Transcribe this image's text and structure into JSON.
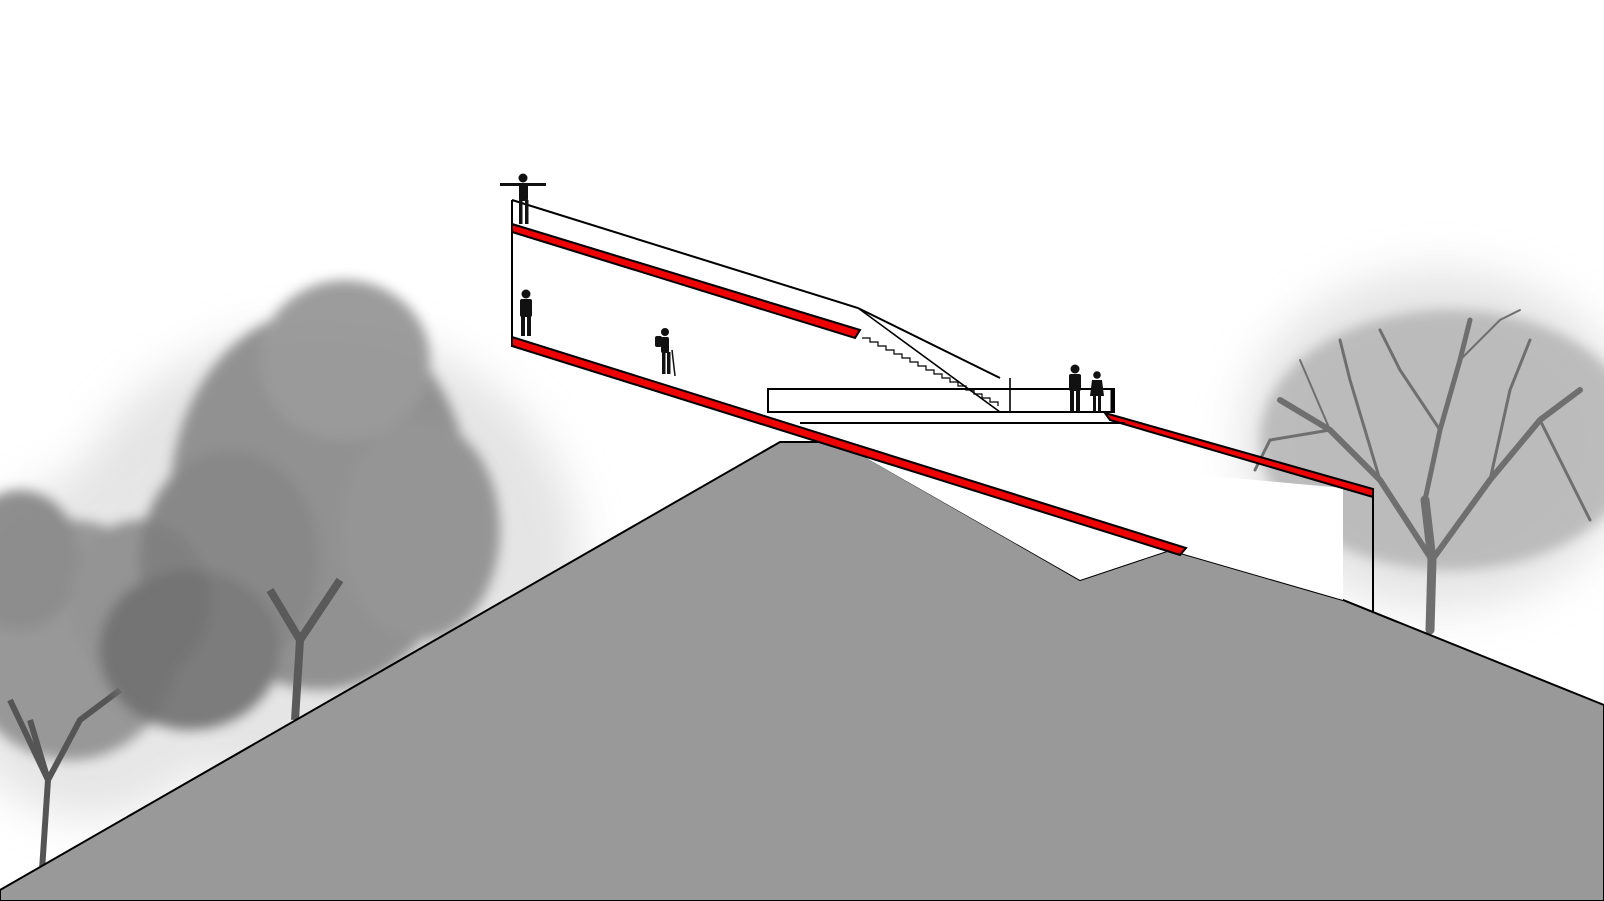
{
  "drawing": {
    "type": "architectural-section",
    "colors": {
      "background": "#ffffff",
      "ground": "#999999",
      "ground_stroke": "#000000",
      "structure_stroke": "#000000",
      "accent_floor": "#ee0000",
      "trees": "#6f6f6f",
      "figures": "#111111"
    },
    "elements": {
      "trees": [
        "left-tree-small",
        "left-tree-large",
        "right-tree"
      ],
      "figures": [
        "figure-arms-out-roof",
        "figure-standing-upper",
        "figure-hiker",
        "figure-pair-deck"
      ],
      "structure": [
        "roof-line",
        "upper-floor-slab",
        "lower-floor-slab",
        "stair",
        "viewing-deck",
        "back-wall",
        "right-end-wall"
      ]
    }
  }
}
